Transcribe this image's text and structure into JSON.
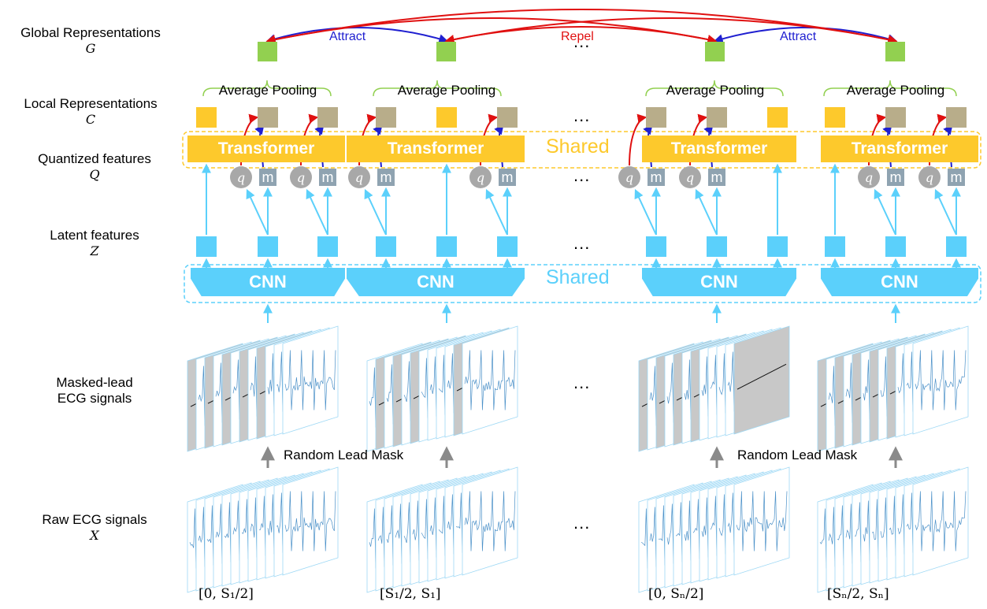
{
  "left_labels": {
    "global": {
      "name": "Global Representations",
      "var": "G"
    },
    "local": {
      "name": "Local Representations",
      "var": "C"
    },
    "quantized": {
      "name": "Quantized features",
      "var": "Q"
    },
    "latent": {
      "name": "Latent features",
      "var": "Z"
    },
    "masked_line1": "Masked-lead",
    "masked_line2": "ECG signals",
    "raw": {
      "name": "Raw ECG signals",
      "var": "X"
    }
  },
  "relations": {
    "attract": "Attract",
    "repel": "Repel"
  },
  "pooling_label": "Average Pooling",
  "transformer_label": "Transformer",
  "cnn_label": "CNN",
  "shared_label": "Shared",
  "mask_label": "Random Lead Mask",
  "ellipsis": "...",
  "q_label": "q",
  "m_label": "m",
  "ranges": [
    "[0, S₁/2]",
    "[S₁/2, S₁]",
    "[0, Sₙ/2]",
    "[Sₙ/2, Sₙ]"
  ],
  "colors": {
    "cnn": "#5bd0fb",
    "transformer": "#fdc92c",
    "global": "#92d050",
    "context": "#b8ad8a",
    "masked_panel": "#c8c8c8",
    "arrow_gray": "#8a8a8a",
    "attract": "#1f1fd0",
    "repel": "#e01010"
  }
}
